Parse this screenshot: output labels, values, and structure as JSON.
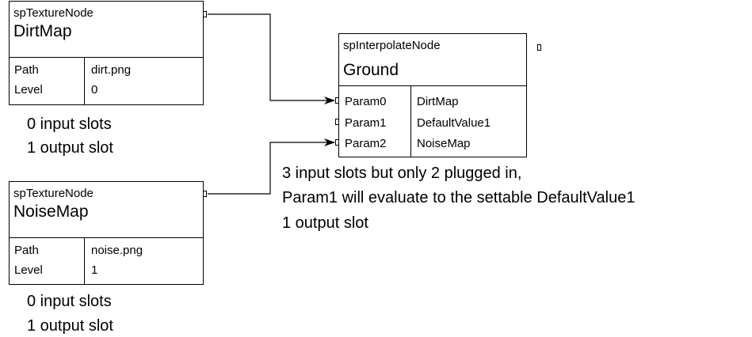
{
  "dirt_node": {
    "type": "spTextureNode",
    "name": "DirtMap",
    "rows": [
      {
        "key": "Path",
        "value": "dirt.png"
      },
      {
        "key": "Level",
        "value": "0"
      }
    ],
    "caption_line1": "0 input slots",
    "caption_line2": "1 output slot"
  },
  "noise_node": {
    "type": "spTextureNode",
    "name": "NoiseMap",
    "rows": [
      {
        "key": "Path",
        "value": "noise.png"
      },
      {
        "key": "Level",
        "value": "1"
      }
    ],
    "caption_line1": "0 input slots",
    "caption_line2": "1 output slot"
  },
  "ground_node": {
    "type": "spInterpolateNode",
    "name": "Ground",
    "params": [
      {
        "key": "Param0",
        "value": "DirtMap"
      },
      {
        "key": "Param1",
        "value": "DefaultValue1"
      },
      {
        "key": "Param2",
        "value": "NoiseMap"
      }
    ],
    "caption_line1": "3 input slots but only 2 plugged in,",
    "caption_line2": "Param1 will evaluate to the settable DefaultValue1",
    "caption_line3": "1 output slot"
  }
}
